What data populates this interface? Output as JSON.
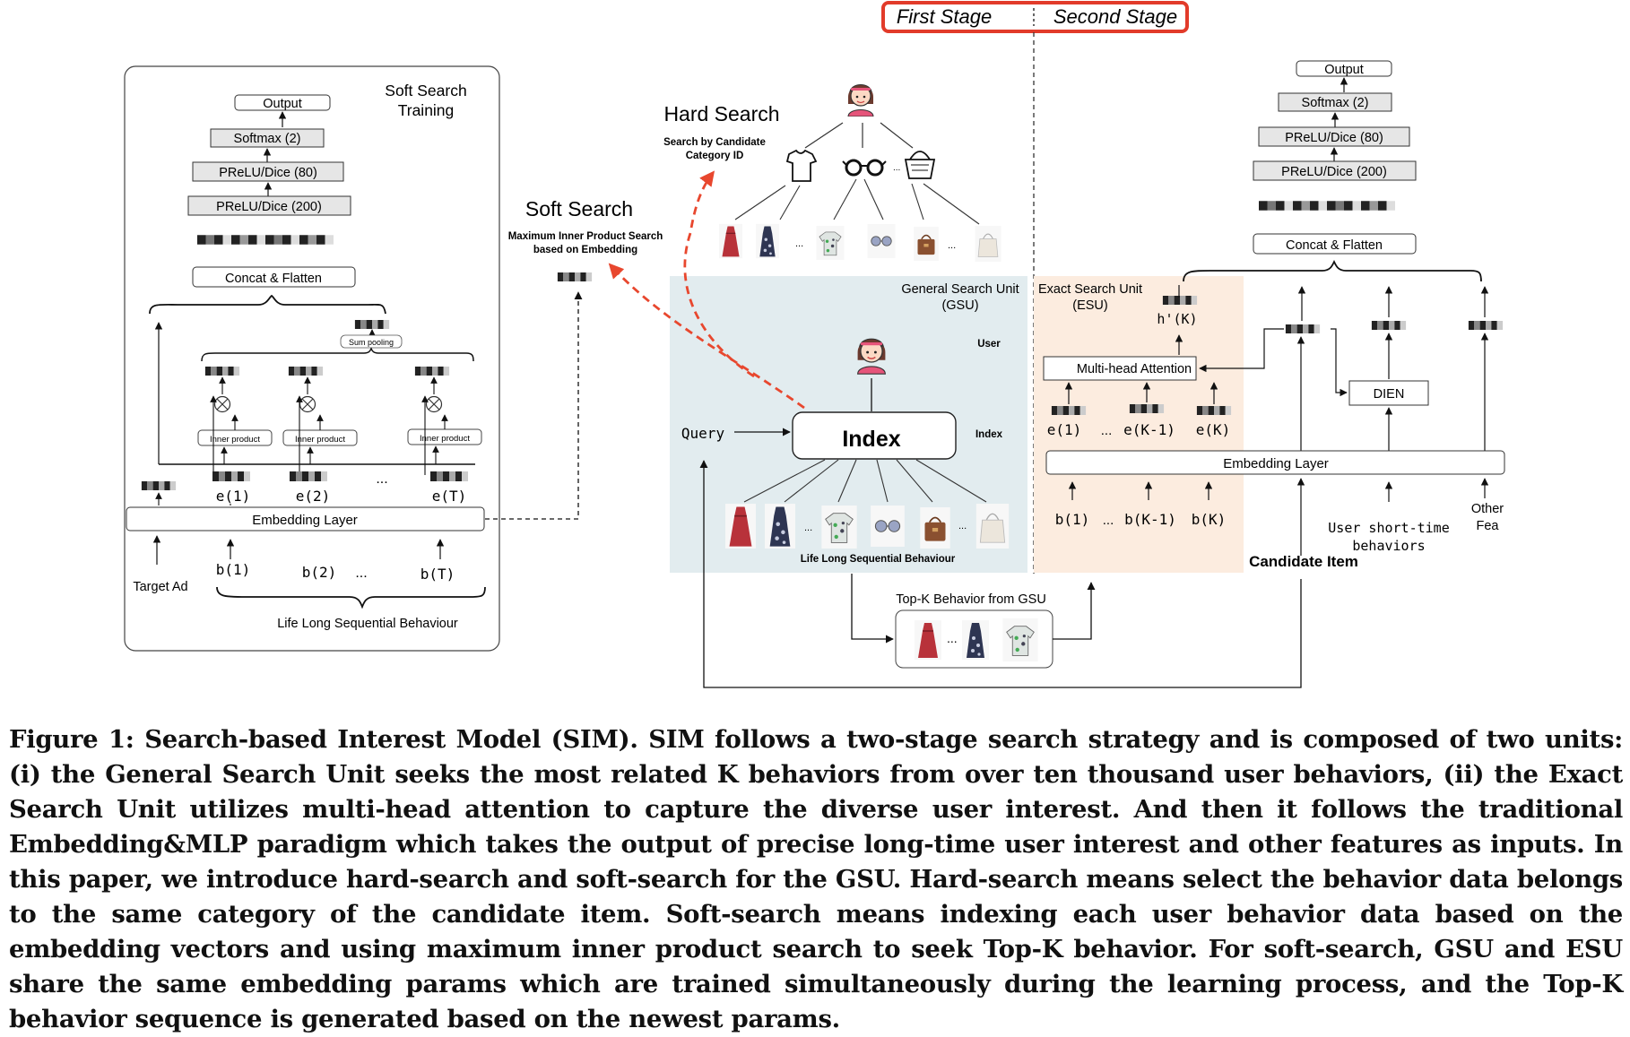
{
  "stages": {
    "first": "First Stage",
    "second": "Second Stage"
  },
  "soft_search_training": {
    "title_line1": "Soft Search",
    "title_line2": "Training",
    "output": "Output",
    "softmax": "Softmax (2)",
    "prelu80": "PReLU/Dice (80)",
    "prelu200": "PReLU/Dice (200)",
    "concat": "Concat & Flatten",
    "sum_pooling": "Sum pooling",
    "inner_product": "Inner product",
    "e1": "e(1)",
    "e2": "e(2)",
    "eT": "e(T)",
    "ellipsis": "...",
    "embedding": "Embedding Layer",
    "b1": "b(1)",
    "b2": "b(2)",
    "bT": "b(T)",
    "target_ad": "Target Ad",
    "lifelong": "Life Long Sequential Behaviour"
  },
  "hard_search": {
    "title": "Hard Search",
    "sub1": "Search by Candidate",
    "sub2": "Category ID"
  },
  "soft_search": {
    "title": "Soft Search",
    "sub1": "Maximum Inner Product Search",
    "sub2": "based on Embedding"
  },
  "gsu": {
    "title_line1": "General Search Unit",
    "title_line2": "(GSU)",
    "user": "User",
    "index_label": "Index",
    "index_box": "Index",
    "query": "Query",
    "lifelong": "Life Long Sequential Behaviour",
    "ellipsis": "..."
  },
  "topk": {
    "title": "Top-K Behavior from GSU",
    "ellipsis": "..."
  },
  "esu": {
    "title_line1": "Exact Search Unit",
    "title_line2": "(ESU)",
    "hk": "h'(K)",
    "mha": "Multi-head Attention",
    "e1": "e(1)",
    "ek1": "e(K-1)",
    "ek": "e(K)",
    "ellipsis": "...",
    "b1": "b(1)",
    "bk1": "b(K-1)",
    "bk": "b(K)"
  },
  "right_tower": {
    "output": "Output",
    "softmax": "Softmax (2)",
    "prelu80": "PReLU/Dice (80)",
    "prelu200": "PReLU/Dice (200)",
    "concat": "Concat & Flatten",
    "dien": "DIEN",
    "embedding": "Embedding Layer",
    "user_short_line1": "User short-time",
    "user_short_line2": "behaviors",
    "other_line1": "Other",
    "other_line2": "Fea",
    "candidate": "Candidate Item"
  },
  "caption": "Figure 1: Search-based Interest Model (SIM). SIM follows a two-stage search strategy and is composed of two units: (i) the General Search Unit seeks the most related K behaviors from over ten thousand user behaviors, (ii) the Exact Search Unit utilizes multi-head attention to capture the diverse user interest. And then it follows the traditional Embedding&MLP paradigm which takes the output of precise long-time user interest and other features as inputs. In this paper, we introduce hard-search and soft-search for the GSU. Hard-search means select the behavior data belongs to the same category of the candidate item. Soft-search means indexing each user behavior data based on the embedding vectors and using maximum inner product search to seek Top-K behavior. For soft-search, GSU and ESU share the same embedding params which are trained simultaneously during the learning process, and the Top-K behavior sequence is generated based on the newest params.",
  "colors": {
    "stage_border": "#e23b2a",
    "dashed_arrow": "#e8472e",
    "gsu_bg": "#e2ecef",
    "esu_bg": "#fcecdf",
    "layer_fill": "#e6e6e6"
  },
  "icons": [
    "user-avatar-icon",
    "tshirt-icon",
    "glasses-icon",
    "handbag-icon",
    "product-thumbnail-icon",
    "multiply-circle-icon",
    "embedding-vector-icon"
  ]
}
